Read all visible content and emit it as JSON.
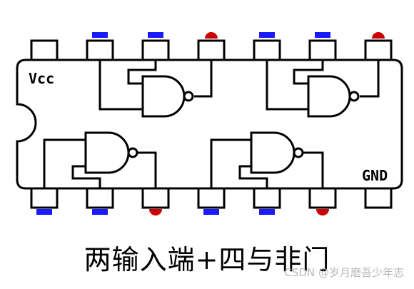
{
  "chip": {
    "vcc_label": "Vcc",
    "gnd_label": "GND"
  },
  "pins": {
    "top": [
      "none",
      "input",
      "input",
      "output",
      "input",
      "input",
      "output"
    ],
    "bottom": [
      "input",
      "input",
      "output",
      "input",
      "input",
      "output",
      "none"
    ]
  },
  "colors": {
    "input": "#1a1aff",
    "output": "#cc0000",
    "line": "#000000"
  },
  "caption": "两输入端+四与非门",
  "watermark": "CSDN @岁月磨吾少年志"
}
